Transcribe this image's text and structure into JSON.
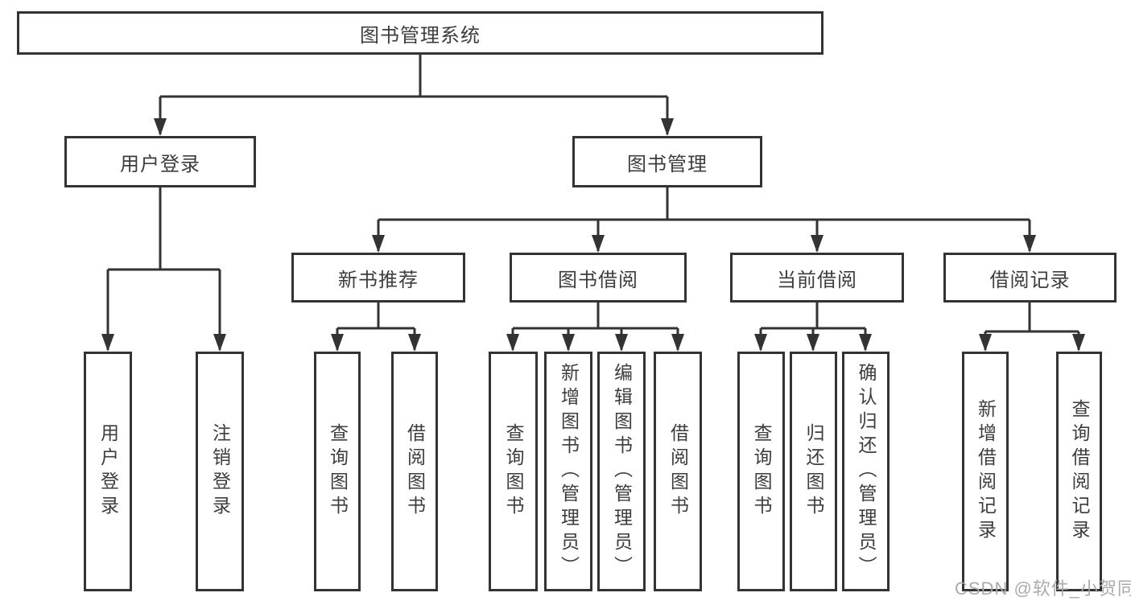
{
  "tree": {
    "label": "图书管理系统",
    "children": [
      {
        "label": "用户登录",
        "children": [
          {
            "label": "用户登录"
          },
          {
            "label": "注销登录"
          }
        ]
      },
      {
        "label": "图书管理",
        "children": [
          {
            "label": "新书推荐",
            "children": [
              {
                "label": "查询图书"
              },
              {
                "label": "借阅图书"
              }
            ]
          },
          {
            "label": "图书借阅",
            "children": [
              {
                "label": "查询图书"
              },
              {
                "label": "新增图书（管理员）"
              },
              {
                "label": "编辑图书（管理员）"
              },
              {
                "label": "借阅图书"
              }
            ]
          },
          {
            "label": "当前借阅",
            "children": [
              {
                "label": "查询图书"
              },
              {
                "label": "归还图书"
              },
              {
                "label": "确认归还（管理员）"
              }
            ]
          },
          {
            "label": "借阅记录",
            "children": [
              {
                "label": "新增借阅记录"
              },
              {
                "label": "查询借阅记录"
              }
            ]
          }
        ]
      }
    ]
  },
  "watermark": "CSDN @软件_小贺同学",
  "colors": {
    "line": "#333333",
    "text": "#3d3d3d",
    "background": "#ffffff",
    "watermark": "#a6a6a6"
  }
}
